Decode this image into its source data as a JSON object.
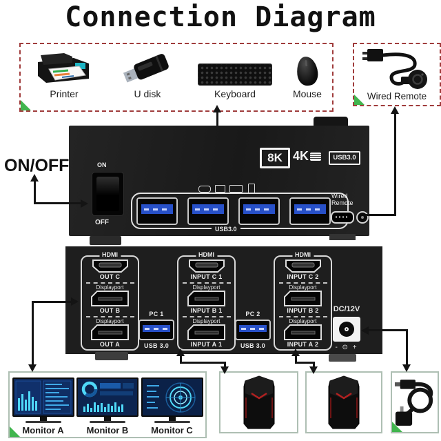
{
  "title": "Connection Diagram",
  "peripherals": {
    "items": [
      {
        "label": "Printer"
      },
      {
        "label": "U disk"
      },
      {
        "label": "Keyboard"
      },
      {
        "label": "Mouse"
      }
    ]
  },
  "remote": {
    "label": "Wired Remote"
  },
  "front": {
    "power_label": "ON/OFF",
    "switch_on": "ON",
    "switch_off": "OFF",
    "badges": [
      "8K",
      "4K",
      "USB3.0"
    ],
    "usb_group_label": "USB3.0",
    "wired_line1": "Wired",
    "wired_line2": "Remote"
  },
  "rear": {
    "columns": [
      {
        "top": "HDMI",
        "p1": "OUT C",
        "dp1": "Displayport",
        "p2": "OUT B",
        "dp2": "Displayport",
        "p3": "OUT A"
      },
      {
        "top": "HDMI",
        "p1": "INPUT C 1",
        "dp1": "Displayport",
        "p2": "INPUT B 1",
        "dp2": "Displayport",
        "p3": "INPUT A 1"
      },
      {
        "top": "HDMI",
        "p1": "INPUT C 2",
        "dp1": "Displayport",
        "p2": "INPUT B 2",
        "dp2": "Displayport",
        "p3": "INPUT A 2"
      }
    ],
    "pc1_label": "PC 1",
    "pc1_usb_label": "USB 3.0",
    "pc2_label": "PC 2",
    "pc2_usb_label": "USB 3.0",
    "dc_label": "DC/12V",
    "dc_polarity": "- ⊙ +"
  },
  "monitors": {
    "items": [
      {
        "label": "Monitor A"
      },
      {
        "label": "Monitor B"
      },
      {
        "label": "Monitor C"
      }
    ]
  },
  "colors": {
    "arrow_black": "#141414",
    "box_border_red": "#a03c3c",
    "box_border_sage": "#aebfb3",
    "corner_green": "#41b54e",
    "usb_blue": "#2750c8",
    "screen_blue": "#0d2757",
    "screen_cyan": "#4fd8f8"
  }
}
